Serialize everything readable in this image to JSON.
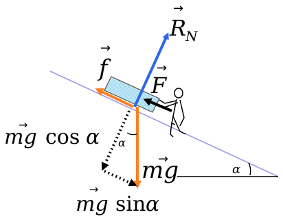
{
  "diagram": {
    "colors": {
      "incline": "#9a9ae6",
      "normal_force": "#2f66e8",
      "friction": "#ff7f1f",
      "weight": "#ff7f1f",
      "applied_force": "#000000",
      "components": "#000000",
      "block_fill": "#bfe8f6",
      "block_edge": "#4a4a4a"
    },
    "labels": {
      "normal_force": "R",
      "normal_force_sub": "N",
      "friction": "f",
      "applied_force": "F",
      "weight": "mg",
      "perp_component_main": "mg",
      "perp_component_tail": "cos",
      "parallel_component_main": "mg",
      "parallel_component_tail": "sin",
      "alpha": "α",
      "incline_angle": "α"
    },
    "icons": {
      "person": "person-pushing-icon",
      "block": "block-icon"
    }
  }
}
